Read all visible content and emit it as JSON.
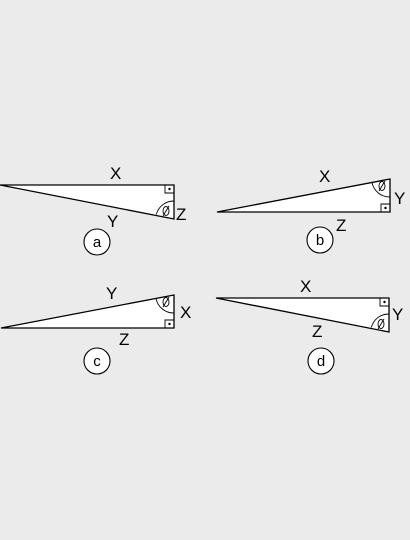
{
  "background": "#ebebeb",
  "options": [
    {
      "id": "a",
      "letter": "a",
      "sides": {
        "top": "X",
        "hypotenuse": "Y",
        "vertical": "Z"
      }
    },
    {
      "id": "b",
      "letter": "b",
      "sides": {
        "hypotenuse": "X",
        "vertical": "Y",
        "bottom": "Z"
      }
    },
    {
      "id": "c",
      "letter": "c",
      "sides": {
        "hypotenuse": "Y",
        "vertical": "X",
        "bottom": "Z"
      }
    },
    {
      "id": "d",
      "letter": "d",
      "sides": {
        "top": "X",
        "vertical": "Y",
        "hypotenuse": "Z"
      }
    }
  ],
  "marks": {
    "right_angle": "dot-in-square",
    "theta": "angle-arc-with-slash"
  }
}
